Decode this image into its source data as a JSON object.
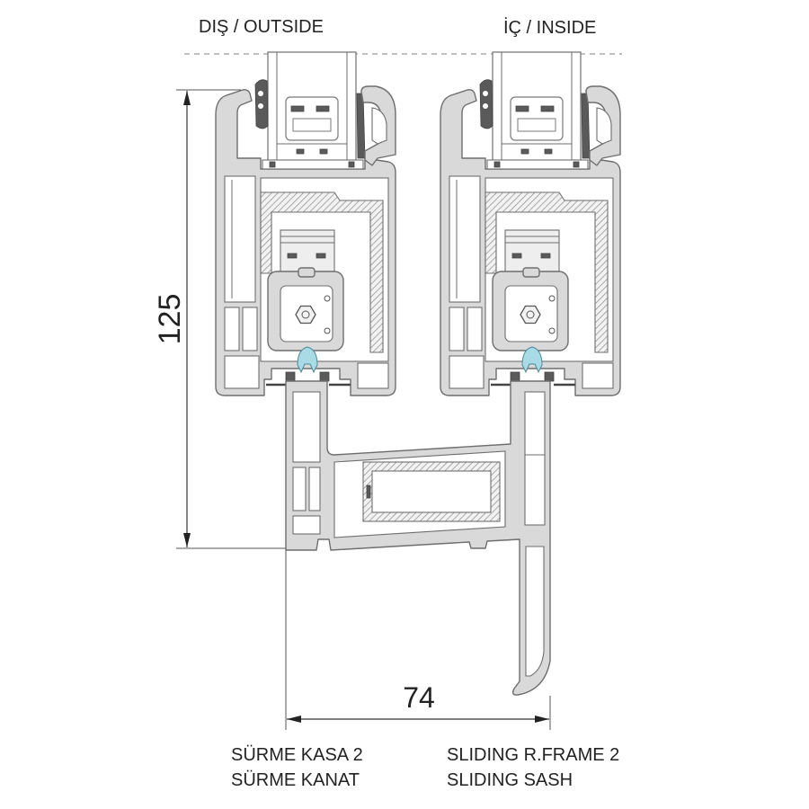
{
  "labels": {
    "outside": "DIŞ / OUTSIDE",
    "inside": "İÇ / INSIDE",
    "height_dim": "125",
    "width_dim": "74",
    "left_line1": "SÜRME KASA 2",
    "left_line2": "SÜRME KANAT",
    "right_line1": "SLIDING R.FRAME 2",
    "right_line2": "SLIDING SASH"
  },
  "colors": {
    "profile": "#d9d9d9",
    "outline": "#6e6e6e",
    "gasket": "#a8dbe6",
    "text": "#222222",
    "dimension": "#333333"
  }
}
